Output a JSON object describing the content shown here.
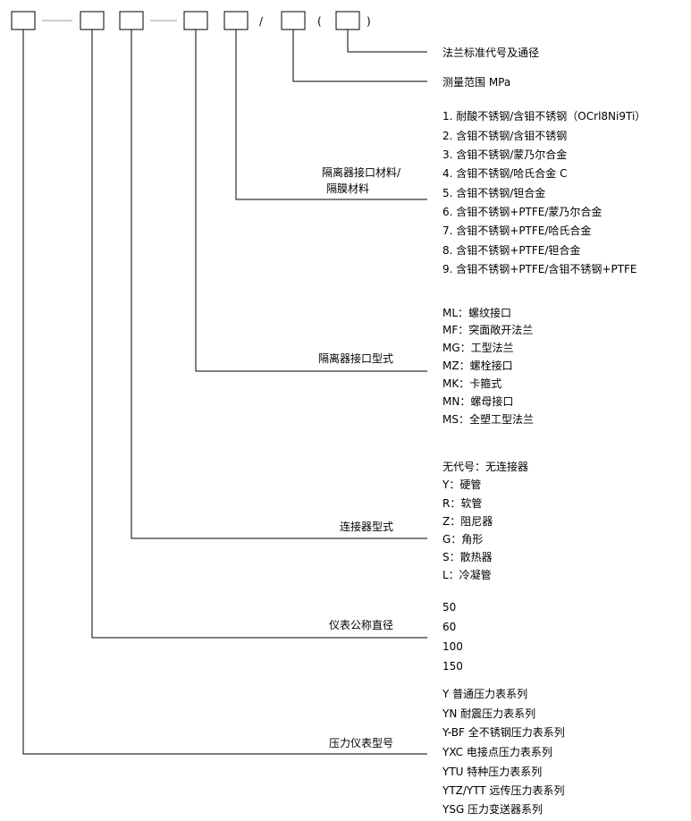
{
  "header": {
    "slash": "/",
    "open_paren": "(",
    "close_paren": ")"
  },
  "codes": {
    "flange": {
      "label": "法兰标准代号及通径"
    },
    "range": {
      "label": "测量范围 MPa"
    },
    "material": {
      "label_line1": "隔离器接口材料/",
      "label_line2": "隔膜材料",
      "options": [
        "1.  耐酸不锈钢/含钼不锈钢（OCrl8Ni9Ti）",
        "2.  含钼不锈钢/含钼不锈钢",
        "3.  含钼不锈钢/蒙乃尔合金",
        "4.  含钼不锈钢/哈氏合金 C",
        "5.  含钼不锈钢/钽合金",
        "6.  含钼不锈钢+PTFE/蒙乃尔合金",
        "7.  含钼不锈钢+PTFE/哈氏合金",
        "8.  含钼不锈钢+PTFE/钽合金",
        "9.  含钼不锈钢+PTFE/含钼不锈钢+PTFE"
      ]
    },
    "interface": {
      "label": "隔离器接口型式",
      "options": [
        "ML：螺纹接口",
        "MF：突面敞开法兰",
        "MG：工型法兰",
        "MZ：螺栓接口",
        "MK：卡箍式",
        "MN：螺母接口",
        "MS：全塑工型法兰"
      ]
    },
    "connector": {
      "label": "连接器型式",
      "options": [
        "无代号：无连接器",
        "Y：硬管",
        "R：软管",
        "Z：阻尼器",
        "G：角形",
        "S：散热器",
        "L：冷凝管"
      ]
    },
    "diameter": {
      "label": "仪表公称直径",
      "options": [
        "50",
        "60",
        "100",
        "150"
      ]
    },
    "model": {
      "label": "压力仪表型号",
      "options": [
        "Y 普通压力表系列",
        "YN 耐震压力表系列",
        "Y-BF 全不锈钢压力表系列",
        "YXC 电接点压力表系列",
        "YTU 特种压力表系列",
        "YTZ/YTT 远传压力表系列",
        "YSG 压力变送器系列"
      ]
    }
  }
}
